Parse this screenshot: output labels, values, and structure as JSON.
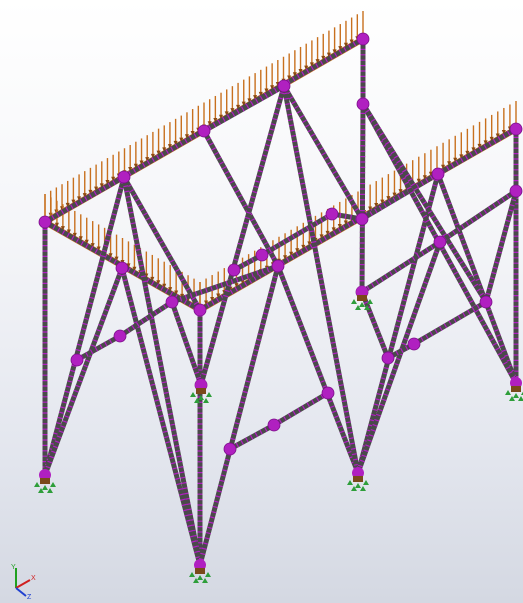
{
  "view": {
    "type": "structural-fea-model",
    "orientation": "isometric"
  },
  "colors": {
    "beam": "#4a4a4a",
    "beam_mark": "#b21ec4",
    "joint": "#b020c0",
    "load": "#c8701e",
    "load_dark": "#8c4a10",
    "fixture": "#2e9e3a",
    "axis_x": "#d02020",
    "axis_y": "#20a020",
    "axis_z": "#2040d0"
  },
  "triad": {
    "x_label": "X",
    "y_label": "Y",
    "z_label": "Z"
  }
}
